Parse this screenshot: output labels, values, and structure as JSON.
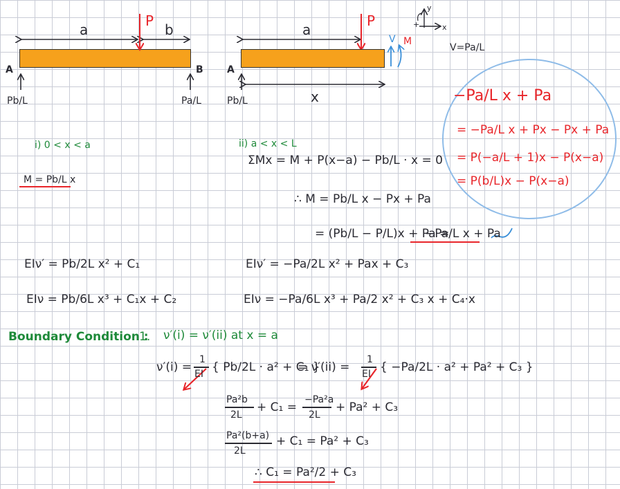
{
  "colors": {
    "beam": "#f6a11c",
    "load": "#e8262b",
    "circle": "#8fbce8",
    "green_text": "#1f8a3a",
    "grid": "#c9ccd6"
  },
  "diagram1": {
    "label_a": "a",
    "label_b": "b",
    "load": "P",
    "support_a": "A",
    "support_b": "B",
    "reaction_a": "Pb/L",
    "reaction_b": "Pa/L"
  },
  "diagram2": {
    "label_a": "a",
    "load": "P",
    "support_a": "A",
    "reaction_a": "Pb/L",
    "label_x": "x",
    "label_v": "V",
    "label_m": "M"
  },
  "axes": {
    "y": "y",
    "x": "x",
    "plus": "+"
  },
  "v_note": "V=Pa/L",
  "circle_work": [
    "−Pa/L x + Pa",
    "= −Pa/L x + Px − Px + Pa",
    "= P(−a/L + 1)x − P(x−a)",
    "= P(b/L)x − P(x−a)"
  ],
  "case1": {
    "label": "i) 0 < x < a",
    "moment": "M = Pb/L x"
  },
  "case2": {
    "label": "ii) a < x < L",
    "sum": "ΣMx = M + P(x−a) − Pb/L · x = 0",
    "moment": "∴ M = Pb/L x − Px + Pa",
    "simplified_lhs": "= (Pb/L − P/L)x + Pa =",
    "simplified_result": "−Pa/L x + Pa"
  },
  "eq1": {
    "slope": "EIν′ = Pb/2L x² + C₁",
    "defl": "EIν = Pb/6L x³ + C₁x + C₂"
  },
  "eq2": {
    "slope": "EIν′ = −Pa/2L x² + Pax + C₃",
    "defl": "EIν = −Pa/6L x³ + Pa/2 x² + C₃ x + C₄·x"
  },
  "boundary": {
    "title": "Boundary Condition :",
    "item": "1.",
    "condition": "ν′(i) = ν′(ii)  at  x = a"
  },
  "bc_eq": {
    "lhs": "ν′(i) =",
    "one": "1",
    "ei": "EI",
    "mid1": "{ Pb/2L · a² + C₁ }",
    "eq": "= ν′(ii) =",
    "mid2": "{ −Pa/2L · a² + Pa² + C₃ }"
  },
  "step1": {
    "num": "Pa²b",
    "den": "2L",
    "rest1": "+ C₁ =",
    "num2": "−Pa²a",
    "den2": "2L",
    "rest2": "+ Pa² + C₃"
  },
  "step2": {
    "num": "Pa²(b+a)",
    "den": "2L",
    "rest": "+ C₁ = Pa² + C₃"
  },
  "result": "∴ C₁ = Pa²/2 + C₃"
}
